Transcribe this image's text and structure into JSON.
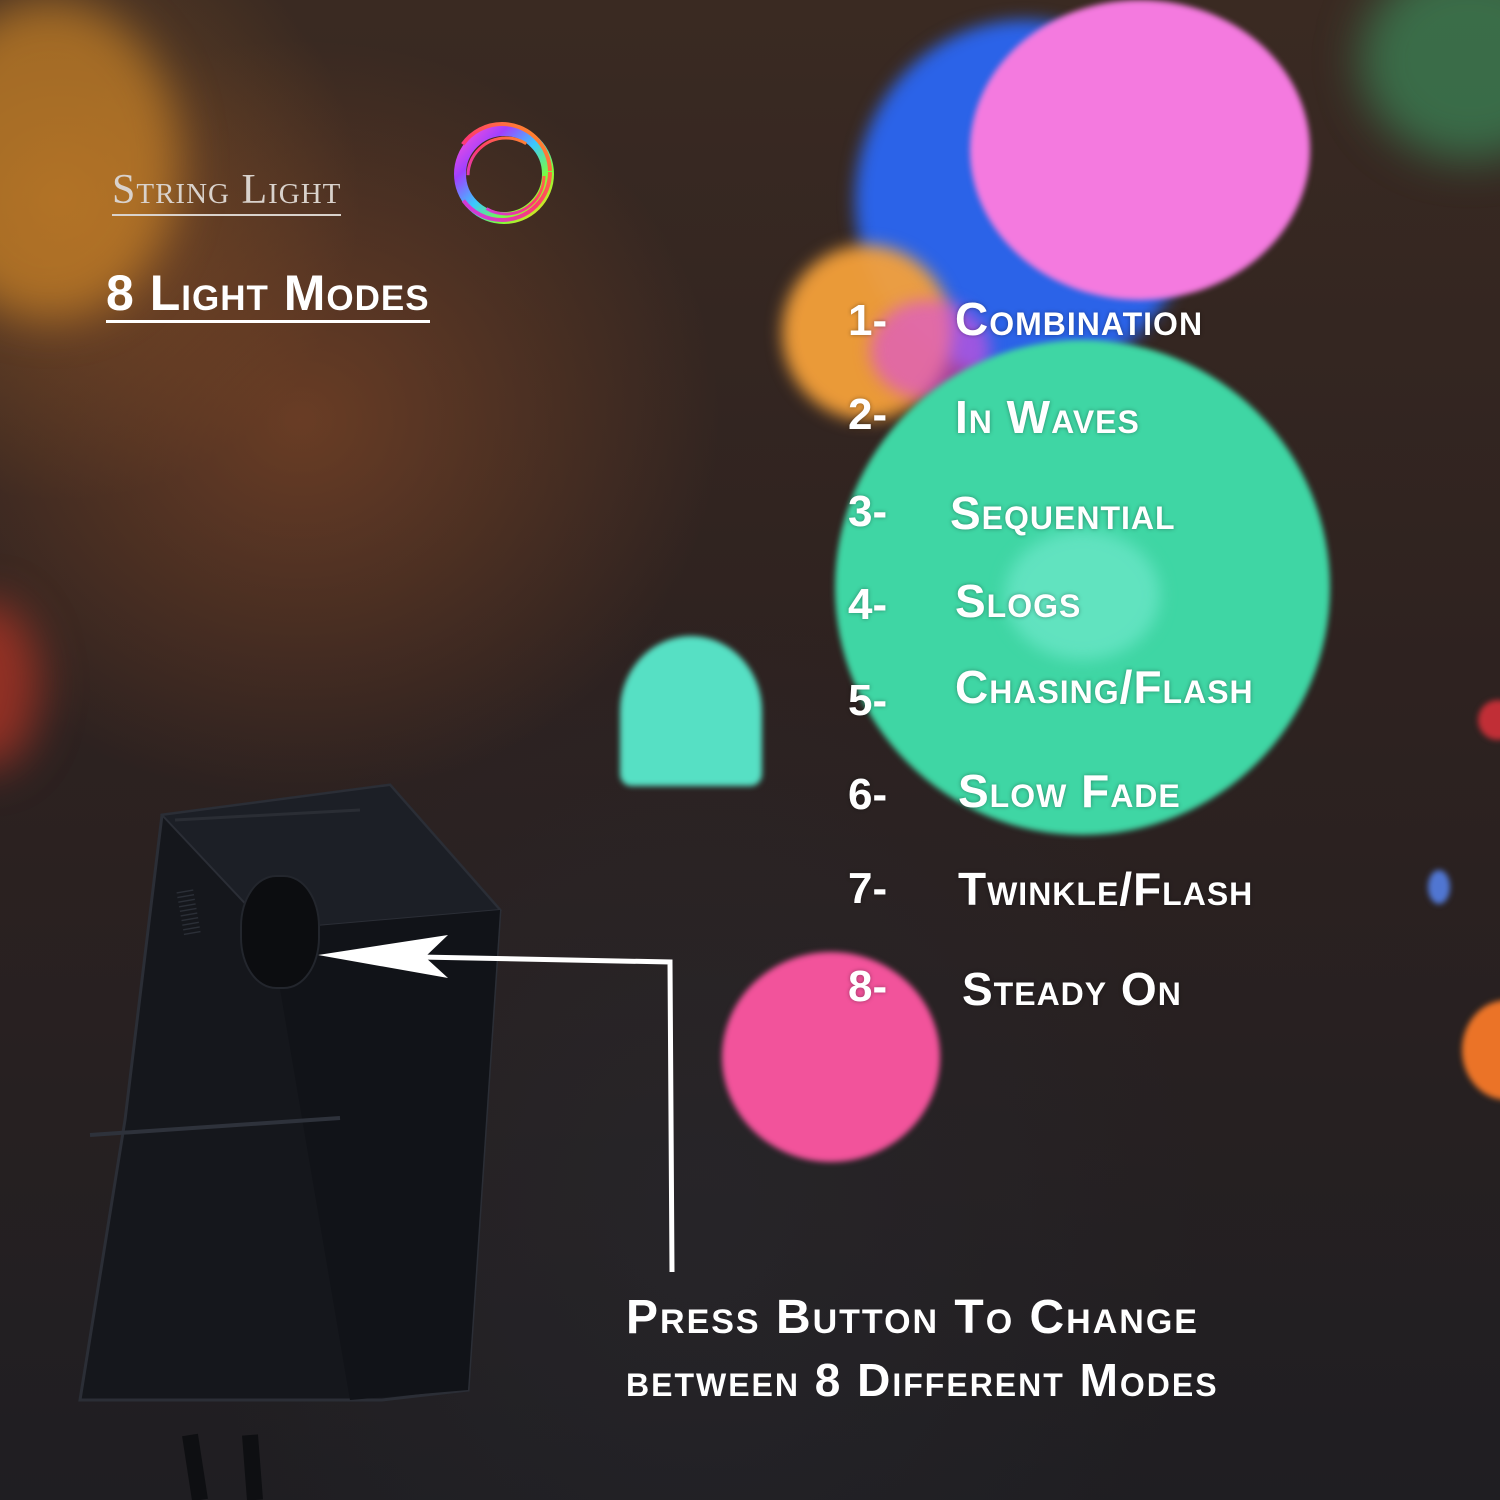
{
  "brand": {
    "name": "String Light",
    "logo_icon": "rainbow-ring-logo"
  },
  "heading": "8 Light Modes",
  "modes": [
    {
      "number": "1-",
      "label": "Combination"
    },
    {
      "number": "2-",
      "label": "In Waves"
    },
    {
      "number": "3-",
      "label": "Sequential"
    },
    {
      "number": "4-",
      "label": "Slogs"
    },
    {
      "number": "5-",
      "label": "Chasing/Flash"
    },
    {
      "number": "6-",
      "label": "Slow Fade"
    },
    {
      "number": "7-",
      "label": "Twinkle/Flash"
    },
    {
      "number": "8-",
      "label": "Steady On"
    }
  ],
  "instruction": {
    "line1": "Press Button To Change",
    "line2": "between 8 Different Modes"
  },
  "colors": {
    "text": "#ffffff",
    "brand_text": "#d9d2cc",
    "bokeh_magenta": "#f47adf",
    "bokeh_blue": "#2b63e8",
    "bokeh_green": "#3fd6a4",
    "bokeh_orange": "#f4a03a",
    "bokeh_pink": "#f2539b",
    "controller": "#15171c"
  }
}
